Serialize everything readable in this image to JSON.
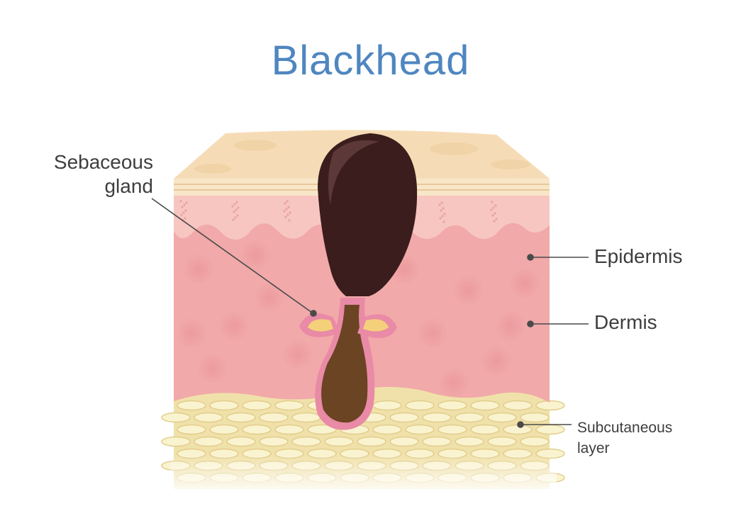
{
  "title": "Blackhead",
  "labels": {
    "sebaceous_gland": [
      "Sebaceous",
      "gland"
    ],
    "epidermis": "Epidermis",
    "dermis": "Dermis",
    "subcutaneous": [
      "Subcutaneous",
      "layer"
    ]
  },
  "colors": {
    "title": "#4f86c0",
    "surface": "#f6dcb6",
    "epidermis": "#f7c6c0",
    "dermis": "#f1a9a9",
    "fat": "#f0e1aa",
    "blackhead": "#3a1d1c",
    "follicle_plug": "#6b4423",
    "gland": "#f5d07a"
  }
}
